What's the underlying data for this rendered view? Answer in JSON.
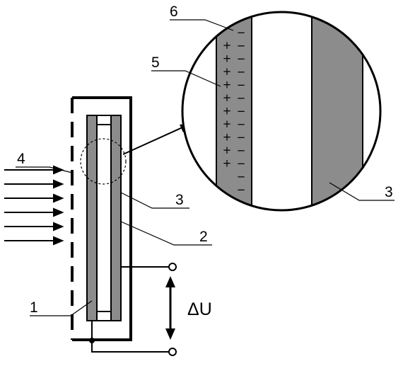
{
  "labels": {
    "one": "1",
    "two": "2",
    "three_main": "3",
    "three_zoom": "3",
    "four": "4",
    "five": "5",
    "six": "6",
    "voltage": "ΔU"
  },
  "charge_layer": {
    "plus": "+",
    "minus": "−",
    "plus_count": 10,
    "minus_count": 13
  },
  "colors": {
    "line": "#000000",
    "electrode_fill": "#8c8c8c",
    "background": "#ffffff"
  }
}
